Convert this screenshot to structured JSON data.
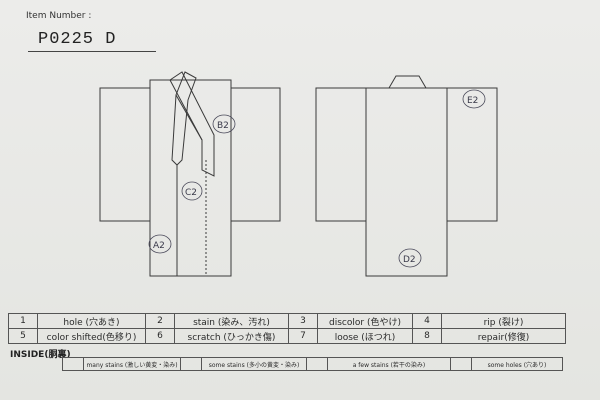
{
  "header": {
    "item_label": "Item Number :",
    "item_number": "P0225  D"
  },
  "front_marks": [
    {
      "id": "B2",
      "text": "B2"
    },
    {
      "id": "C2",
      "text": "C2"
    },
    {
      "id": "A2",
      "text": "A2"
    }
  ],
  "back_marks": [
    {
      "id": "E2",
      "text": "E2"
    },
    {
      "id": "D2",
      "text": "D2"
    }
  ],
  "legend": {
    "rows": [
      [
        {
          "num": "1",
          "label": "hole (穴あき)"
        },
        {
          "num": "2",
          "label": "stain (染み、汚れ)"
        },
        {
          "num": "3",
          "label": "discolor (色やけ)"
        },
        {
          "num": "4",
          "label": "rip (裂け)"
        }
      ],
      [
        {
          "num": "5",
          "label": "color shifted(色移り)"
        },
        {
          "num": "6",
          "label": "scratch (ひっかき傷)"
        },
        {
          "num": "7",
          "label": "loose (ほつれ)"
        },
        {
          "num": "8",
          "label": "repair(修復)"
        }
      ]
    ]
  },
  "inside": {
    "title": "INSIDE(胴裏)",
    "items": [
      "many stains (激しい黄変・染み)",
      "some stains (多小の黄変・染み)",
      "a few stains (若干の染み)",
      "some holes (穴あり)"
    ]
  }
}
